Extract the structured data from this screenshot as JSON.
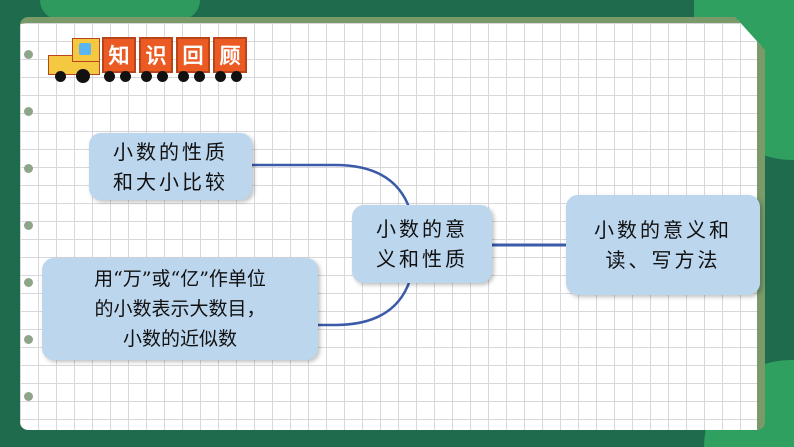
{
  "header": {
    "title_chars": [
      "知",
      "识",
      "回",
      "顾"
    ]
  },
  "mindmap": {
    "center": {
      "lines": [
        "小数的意",
        "义和性质"
      ]
    },
    "right": {
      "lines": [
        "小数的意义和",
        "读、写方法"
      ]
    },
    "top_left": {
      "lines": [
        "小数的性质",
        "和大小比较"
      ]
    },
    "bottom_left": {
      "lines": [
        "用“万”或“亿”作单位",
        "的小数表示大数目，",
        "小数的近似数"
      ]
    }
  },
  "colors": {
    "line": "#3b5ba8",
    "node": "#bcd6ee",
    "accent": "#ea5a22"
  }
}
